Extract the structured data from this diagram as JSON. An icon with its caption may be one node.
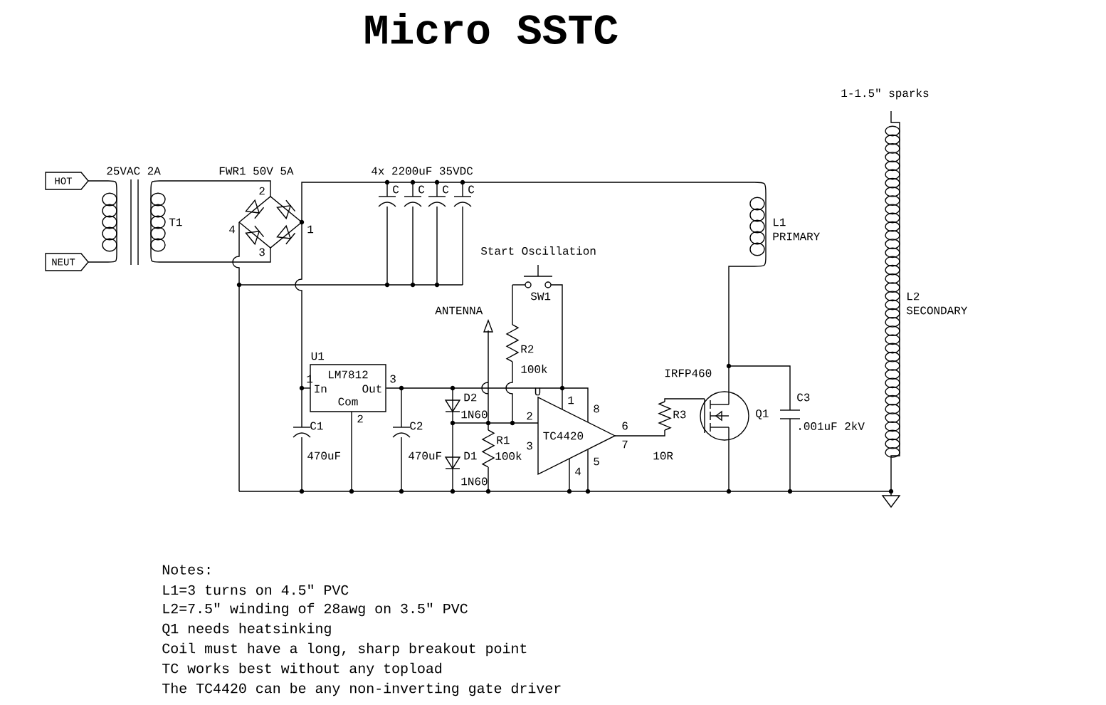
{
  "diagram": {
    "title": "Micro SSTC",
    "nodes": [
      {
        "text": [
          "HOT"
        ]
      },
      {
        "text": [
          "NEUT"
        ]
      },
      {
        "text": [
          "U1",
          "LM7812",
          "In",
          "Out",
          "Com"
        ],
        "beside": [
          "1",
          "3",
          "2"
        ]
      },
      {
        "text": [
          "U",
          "TC4420"
        ],
        "beside": [
          "1",
          "8",
          "2",
          "3",
          "6",
          "7",
          "5",
          "4"
        ]
      }
    ],
    "edges": [
      {
        "from": 0,
        "to": 1,
        "arrow": "none"
      },
      {
        "from": 2,
        "to": 3,
        "arrow": "none"
      }
    ],
    "labels": [
      "1-1.5\" sparks",
      "25VAC 2A",
      "FWR1 50V 5A",
      "4x 2200uF 35VDC",
      "2",
      "C",
      "C",
      "C",
      "C",
      "T1",
      "4",
      "1",
      "L1",
      "PRIMARY",
      "3",
      "Start Oscillation",
      "SW1",
      "L2",
      "ANTENNA",
      "SECONDARY",
      "R2",
      "100k",
      "IRFP460",
      "D2",
      "C3",
      "1N60",
      "R3",
      "Q1",
      "C1",
      "C2",
      ".001uF 2kV",
      "R1",
      "470uF",
      "470uF",
      "D1",
      "100k",
      "10R",
      "1N60",
      "Notes:",
      "L1=3 turns on 4.5\" PVC",
      "L2=7.5\" winding of 28awg on 3.5\" PVC",
      "Q1 needs heatsinking",
      "Coil must have a long, sharp breakout point",
      "TC works best without any topload",
      "The TC4420 can be any non-inverting gate driver"
    ]
  }
}
